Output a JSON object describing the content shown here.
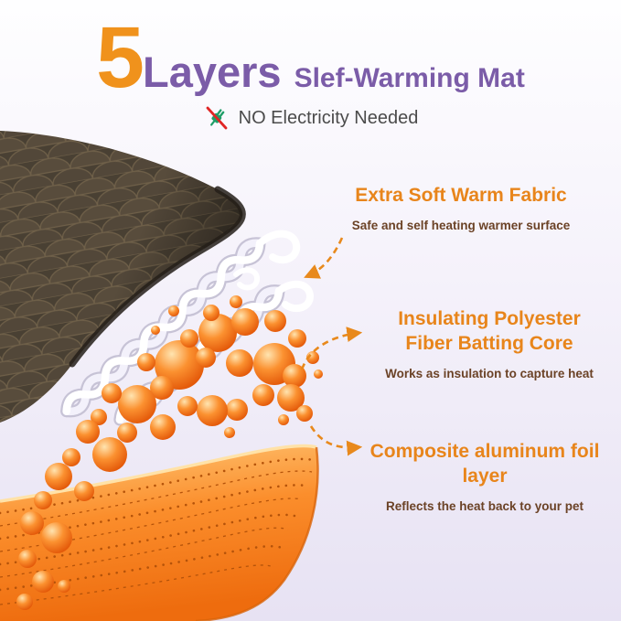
{
  "title": {
    "number": "5",
    "layers": "Layers",
    "rest": "Slef-Warming Mat"
  },
  "subtitle": "NO Electricity Needed",
  "annotations": [
    {
      "heading": "Extra Soft Warm Fabric",
      "subtext": "Safe and self heating warmer surface"
    },
    {
      "heading": "Insulating Polyester Fiber Batting Core",
      "subtext": "Works as insulation to capture heat"
    },
    {
      "heading": "Composite aluminum foil layer",
      "subtext": "Reflects the heat back to your pet"
    }
  ],
  "illustration": {
    "layers": [
      {
        "name": "quilted-fabric-layer",
        "label": "quilted warm fabric"
      },
      {
        "name": "fiber-twist-layer",
        "label": "polyester fiber twists"
      },
      {
        "name": "batting-bubbles-layer",
        "label": "fiber batting bubbles"
      },
      {
        "name": "aluminum-foil-layer",
        "label": "aluminum foil sheet"
      }
    ]
  },
  "icons": {
    "no_electricity": "no-electricity-icon"
  },
  "colors": {
    "title_number_orange": "#F0921C",
    "title_purple": "#7B5CA8",
    "accent_orange": "#E8851B",
    "subtext_brown": "#6B4226",
    "subtitle_gray": "#4B4B4B",
    "arrow_orange": "#E8891C",
    "bubble_orange": "#FB8E2C",
    "foil_orange": "#F97F16",
    "fabric_brown": "#4B4134",
    "no_icon_green": "#1F9E68",
    "no_icon_red": "#E02525"
  }
}
